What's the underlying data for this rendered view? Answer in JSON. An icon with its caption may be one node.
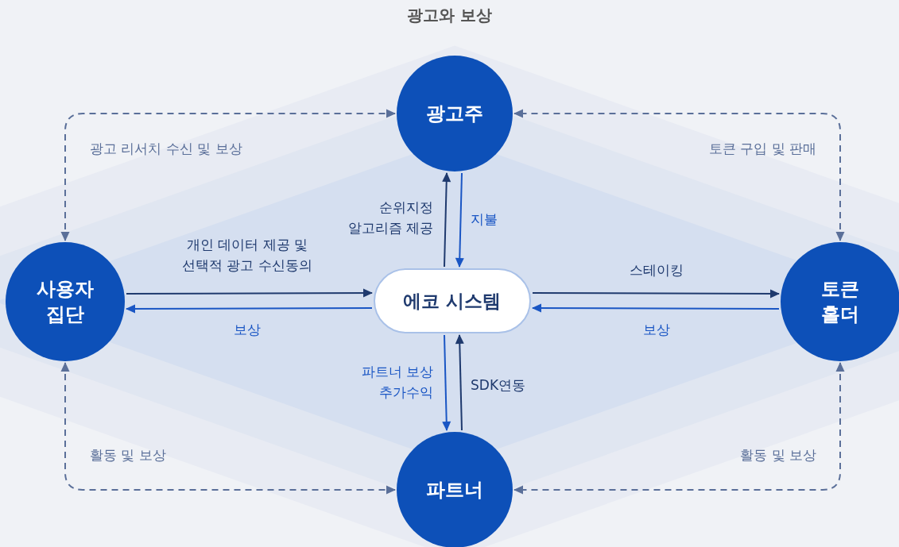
{
  "diagram": {
    "title": "광고와 보상",
    "nodes": [
      {
        "text": [
          "광고주"
        ]
      },
      {
        "text": [
          "사용자 집단"
        ]
      },
      {
        "text": [
          "에코 시스템"
        ]
      },
      {
        "text": [
          "토큰 홀더"
        ]
      },
      {
        "text": [
          "파트너"
        ]
      }
    ],
    "edges": [
      {
        "from": 2,
        "to": 0,
        "arrow": "to",
        "label": "순위지정 알고리즘 제공",
        "color": "#1f3a6e"
      },
      {
        "from": 0,
        "to": 2,
        "arrow": "to",
        "label": "지불",
        "color": "#1a56c4"
      },
      {
        "from": 1,
        "to": 2,
        "arrow": "to",
        "label": "개인 데이터 제공 및 선택적 광고 수신동의",
        "color": "#1f3a6e"
      },
      {
        "from": 2,
        "to": 1,
        "arrow": "to",
        "label": "보상",
        "color": "#1a56c4"
      },
      {
        "from": 2,
        "to": 3,
        "arrow": "to",
        "label": "스테이킹",
        "color": "#1f3a6e"
      },
      {
        "from": 3,
        "to": 2,
        "arrow": "to",
        "label": "보상",
        "color": "#1a56c4"
      },
      {
        "from": 2,
        "to": 4,
        "arrow": "to",
        "label": "파트너 보상 추가수익",
        "color": "#1a56c4"
      },
      {
        "from": 4,
        "to": 2,
        "arrow": "to",
        "label": "SDK연동",
        "color": "#1f3a6e"
      },
      {
        "from": 1,
        "to": 0,
        "arrow": "both",
        "label": "광고 리서치 수신 및 보상",
        "style": "dashed",
        "color": "#5a6f99"
      },
      {
        "from": 3,
        "to": 0,
        "arrow": "both",
        "label": "토큰 구입 및 판매",
        "style": "dashed",
        "color": "#5a6f99"
      },
      {
        "from": 1,
        "to": 4,
        "arrow": "both",
        "label": "활동 및 보상",
        "style": "dashed",
        "color": "#5a6f99"
      },
      {
        "from": 3,
        "to": 4,
        "arrow": "both",
        "label": "활동 및 보상",
        "style": "dashed",
        "color": "#5a6f99"
      }
    ]
  }
}
